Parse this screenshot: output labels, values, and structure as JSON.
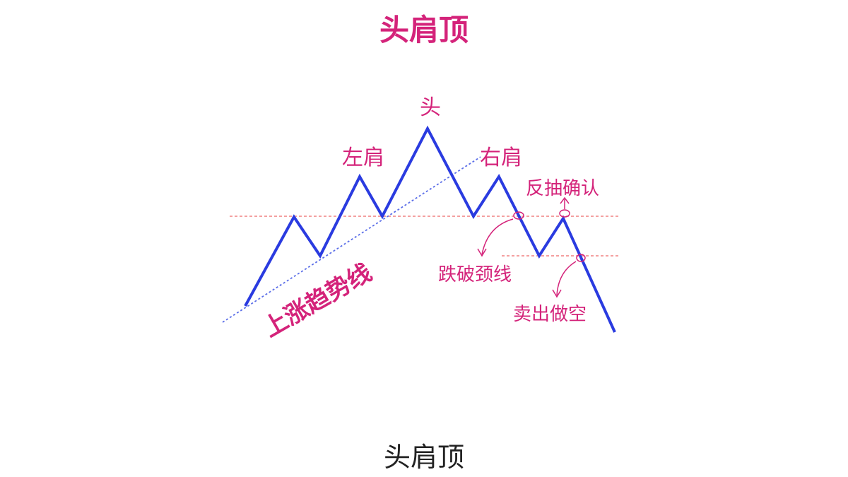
{
  "diagram": {
    "title": "头肩顶",
    "labels": {
      "head": "头",
      "left_shoulder": "左肩",
      "right_shoulder": "右肩",
      "pullback_confirm": "反抽确认",
      "neckline_break": "跌破颈线",
      "sell_short": "卖出做空",
      "uptrend_line": "上涨趋势线"
    },
    "colors": {
      "title": "#d4237a",
      "label": "#d4237a",
      "price_line": "#2a3be0",
      "trend_line": "#5b6ee8",
      "neckline": "#f08080",
      "annotation_arrow": "#d4237a"
    }
  },
  "caption": "头肩顶"
}
